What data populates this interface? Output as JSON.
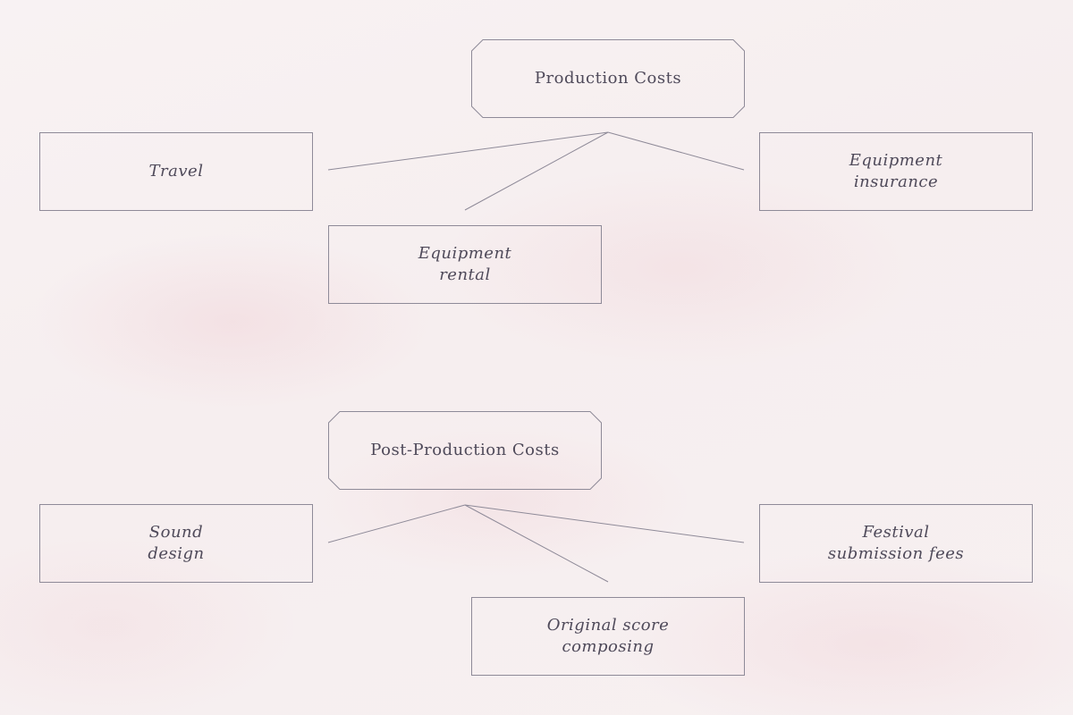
{
  "colors": {
    "stroke": "#8e8a98",
    "text": "#4f4a5a",
    "background": "#f7f0f1"
  },
  "production": {
    "title": "Production Costs",
    "items": [
      "Travel",
      "Equipment\ninsurance",
      "Equipment\nrental"
    ]
  },
  "post_production": {
    "title": "Post-Production Costs",
    "items": [
      "Sound\ndesign",
      "Festival\nsubmission fees",
      "Original score\ncomposing"
    ]
  }
}
